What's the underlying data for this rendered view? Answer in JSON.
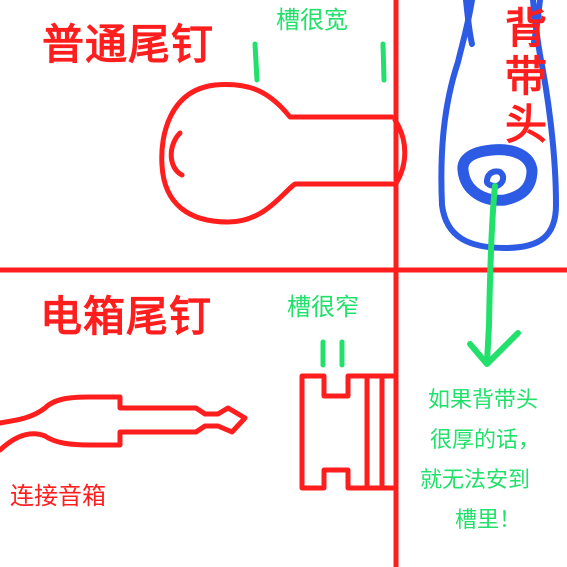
{
  "labels": {
    "normal_endpin": "普通尾钉",
    "wide_groove": "槽很宽",
    "strap_head": [
      "背",
      "带",
      "头"
    ],
    "electric_endpin": "电箱尾钉",
    "narrow_groove": "槽很窄",
    "connect_amp": "连接音箱",
    "note_lines": [
      "如果背带头",
      "很厚的话，",
      "就无法安到",
      "槽里！"
    ]
  },
  "colors": {
    "red": "#ff1e1e",
    "green": "#21e06b",
    "blue": "#2d5be3",
    "background": "#ffffff"
  }
}
